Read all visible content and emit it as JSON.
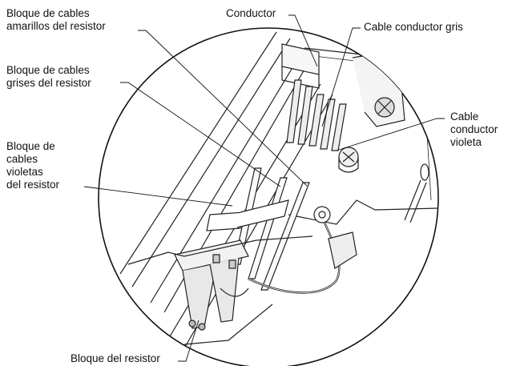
{
  "labels": {
    "yellow_block": "Bloque de cables\namarillos del resistor",
    "gray_block": "Bloque de cables\ngrises del resistor",
    "violet_block": "Bloque de\ncables\nvioletas\ndel resistor",
    "resistor_block": "Bloque del resistor",
    "conductor": "Conductor",
    "gray_wire": "Cable conductor gris",
    "violet_wire": "Cable\nconductor\nvioleta"
  }
}
